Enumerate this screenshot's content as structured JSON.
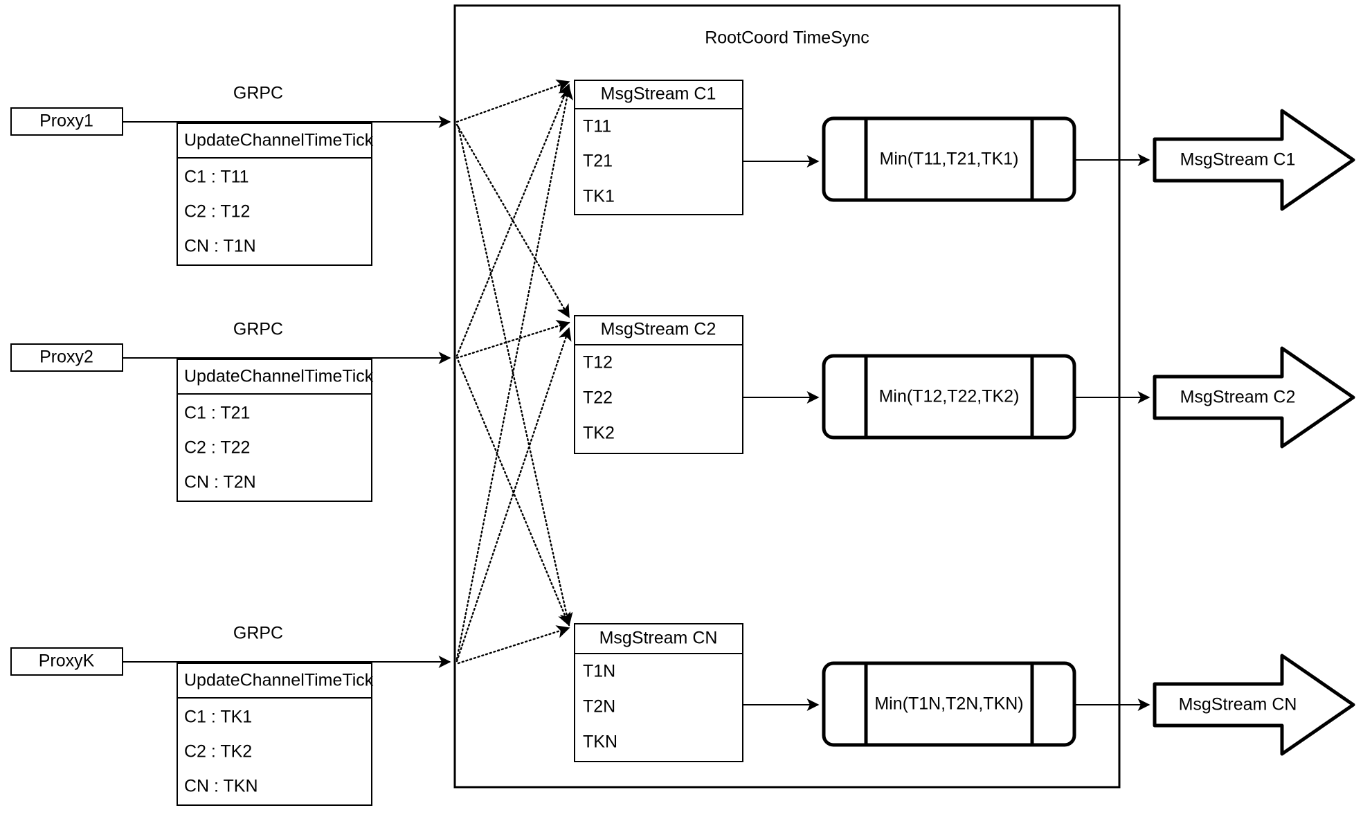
{
  "diagram": {
    "title": "RootCoord TimeSync",
    "container_label": "RootCoord TimeSync",
    "protocol_label": "GRPC",
    "request_title": "UpdateChannelTimeTick",
    "proxies": [
      {
        "name": "Proxy1",
        "protocol": "GRPC",
        "request_title": "UpdateChannelTimeTick",
        "rows": [
          "C1 :  T11",
          "C2 :  T12",
          "CN : T1N"
        ]
      },
      {
        "name": "Proxy2",
        "protocol": "GRPC",
        "request_title": "UpdateChannelTimeTick",
        "rows": [
          "C1 :  T21",
          "C2 :  T22",
          "CN : T2N"
        ]
      },
      {
        "name": "ProxyK",
        "protocol": "GRPC",
        "request_title": "UpdateChannelTimeTick",
        "rows": [
          "C1 :  TK1",
          "C2 :  TK2",
          "CN : TKN"
        ]
      }
    ],
    "channels": [
      {
        "stream_title": "MsgStream C1",
        "ticks": [
          "T11",
          "T21",
          "TK1"
        ],
        "min_label": "Min(T11,T21,TK1)",
        "output_label": "MsgStream C1"
      },
      {
        "stream_title": "MsgStream C2",
        "ticks": [
          "T12",
          "T22",
          "TK2"
        ],
        "min_label": "Min(T12,T22,TK2)",
        "output_label": "MsgStream C2"
      },
      {
        "stream_title": "MsgStream CN",
        "ticks": [
          "T1N",
          "T2N",
          "TKN"
        ],
        "min_label": "Min(T1N,T2N,TKN)",
        "output_label": "MsgStream CN"
      }
    ],
    "colors": {
      "stroke": "#000000",
      "background": "#ffffff"
    }
  }
}
